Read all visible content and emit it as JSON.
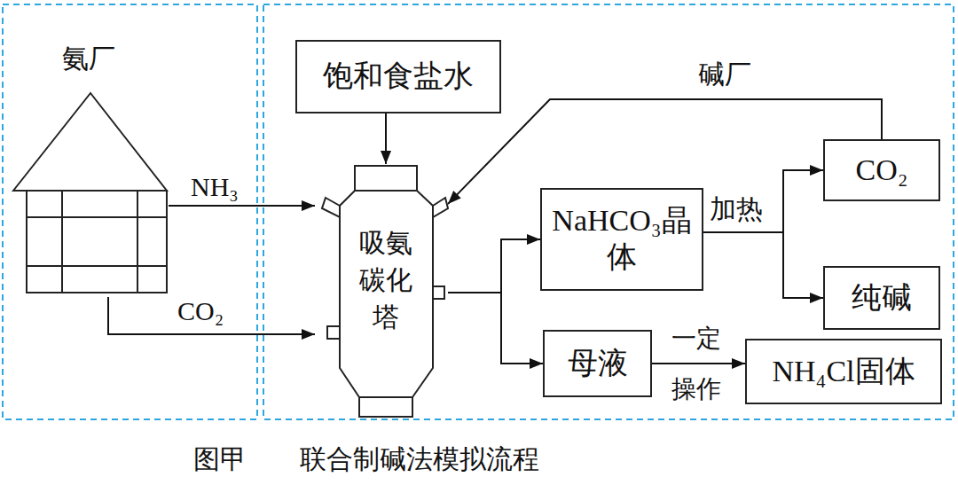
{
  "diagram": {
    "caption": "图甲　　联合制碱法模拟流程",
    "nodes": [
      {
        "text": [
          "氨厂"
        ]
      },
      {
        "text": [
          "饱和食盐水"
        ]
      },
      {
        "text": [
          "吸氨碳化塔"
        ]
      },
      {
        "text": [
          "NaHCO₃晶体"
        ]
      },
      {
        "text": [
          "CO₂"
        ]
      },
      {
        "text": [
          "纯碱"
        ]
      },
      {
        "text": [
          "母液"
        ]
      },
      {
        "text": [
          "NH₄Cl固体"
        ]
      }
    ],
    "edges": [
      {
        "from": 0,
        "to": 2,
        "label": "NH₃",
        "arrow": "to"
      },
      {
        "from": 0,
        "to": 2,
        "label": "CO₂",
        "arrow": "to"
      },
      {
        "from": 1,
        "to": 2,
        "arrow": "to"
      },
      {
        "from": 4,
        "to": 2,
        "label": "碱厂",
        "arrow": "to"
      },
      {
        "from": 2,
        "to": 3,
        "arrow": "to"
      },
      {
        "from": 2,
        "to": 6,
        "arrow": "to"
      },
      {
        "from": 3,
        "to": 4,
        "label": "加热",
        "arrow": "to"
      },
      {
        "from": 3,
        "to": 5,
        "arrow": "to"
      },
      {
        "from": 6,
        "to": 7,
        "label": "一定 操作",
        "arrow": "to"
      }
    ]
  }
}
